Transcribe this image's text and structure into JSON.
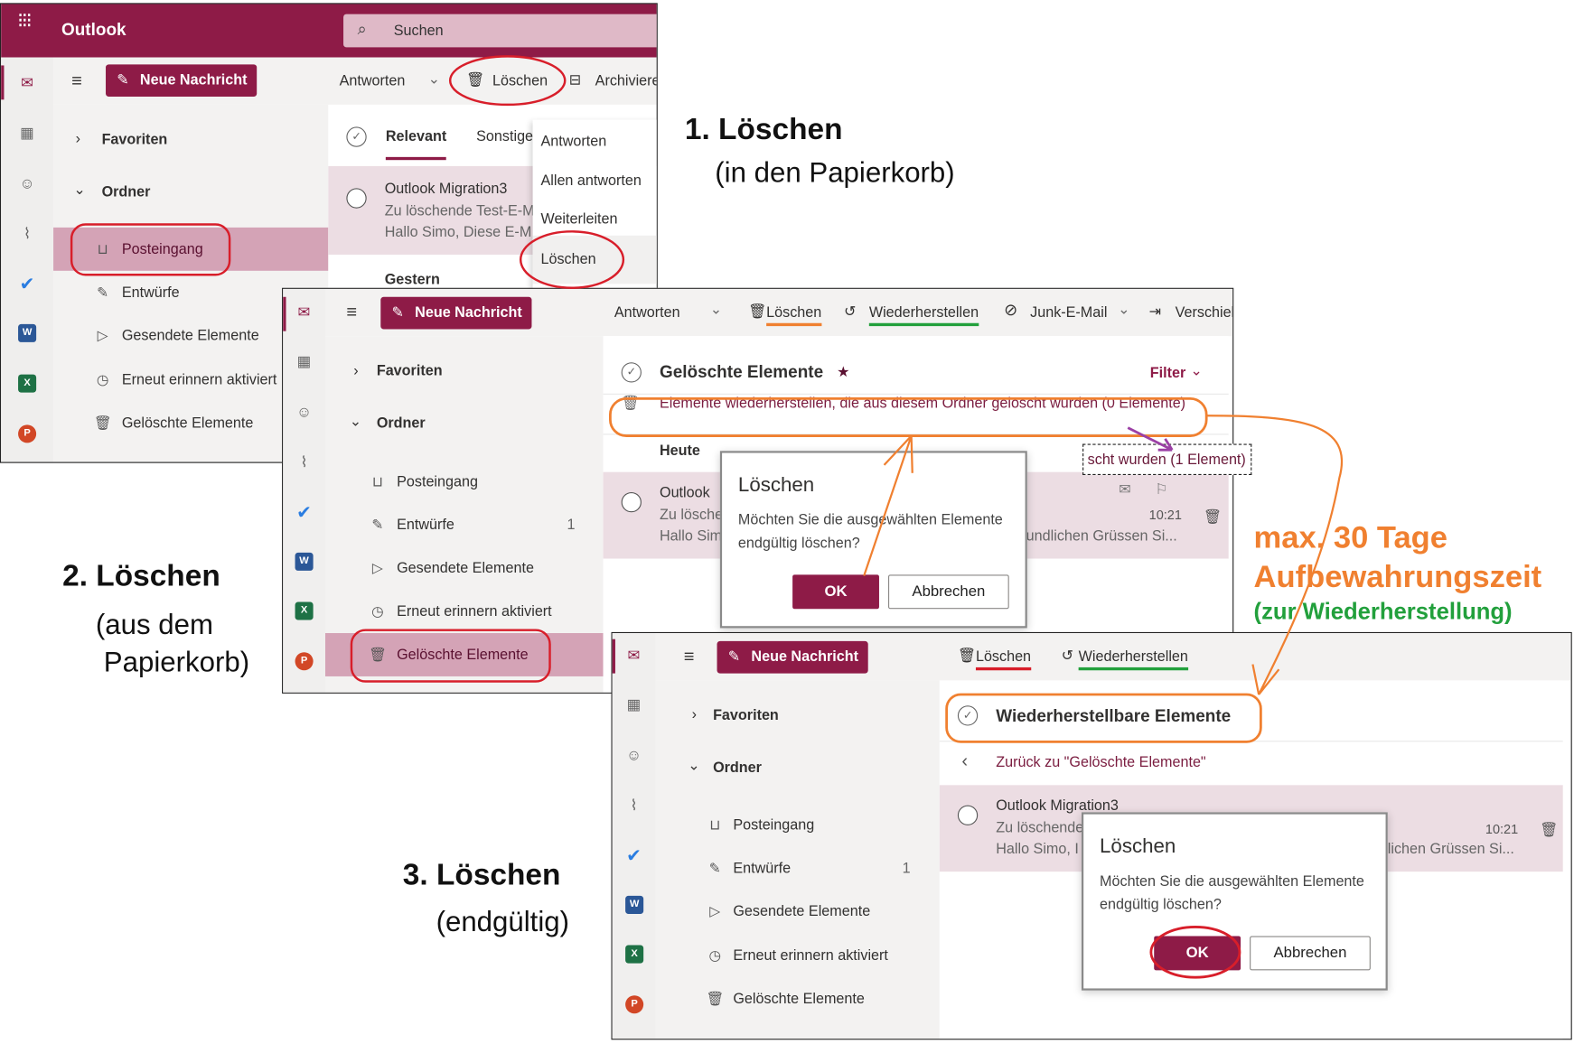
{
  "colors": {
    "brand": "#8e1b47",
    "highlight": "#d4a3b6",
    "selected_row": "#ecdde3",
    "annotation_orange": "#f08030",
    "annotation_green": "#22a03c",
    "annotation_red": "#d81e2a",
    "annotation_purple": "#9b3fa5"
  },
  "annotations": {
    "step1_title": "1. Löschen",
    "step1_sub": "(in den Papierkorb)",
    "step2_title": "2. Löschen",
    "step2_sub1": "(aus dem",
    "step2_sub2": "Papierkorb)",
    "step3_title": "3. Löschen",
    "step3_sub": "(endgültig)",
    "retention1": "max. 30 Tage",
    "retention2": "Aufbewahrungszeit",
    "retention3": "(zur Wiederherstellung)",
    "callout": "scht wurden (1 Element)"
  },
  "panel1": {
    "app_title": "Outlook",
    "search_placeholder": "Suchen",
    "new_message": "Neue Nachricht",
    "toolbar": {
      "reply": "Antworten",
      "delete": "Löschen",
      "archive": "Archiviere"
    },
    "nav": {
      "favorites": "Favoriten",
      "folders": "Ordner",
      "items": [
        "Posteingang",
        "Entwürfe",
        "Gesendete Elemente",
        "Erneut erinnern aktiviert",
        "Gelöschte Elemente"
      ]
    },
    "tabs": [
      "Relevant",
      "Sonstige"
    ],
    "email": {
      "sender": "Outlook Migration3",
      "subject": "Zu löschende Test-E-M",
      "preview": "Hallo Simo, Diese E-M"
    },
    "group": "Gestern",
    "context_menu": [
      "Antworten",
      "Allen antworten",
      "Weiterleiten",
      "Löschen"
    ]
  },
  "panel2": {
    "new_message": "Neue Nachricht",
    "toolbar": {
      "reply": "Antworten",
      "delete": "Löschen",
      "restore": "Wiederherstellen",
      "junk": "Junk-E-Mail",
      "move": "Verschiel"
    },
    "nav": {
      "favorites": "Favoriten",
      "folders": "Ordner",
      "items": [
        "Posteingang",
        "Entwürfe",
        "Gesendete Elemente",
        "Erneut erinnern aktiviert",
        "Gelöschte Elemente"
      ],
      "drafts_count": "1"
    },
    "folder_title": "Gelöschte Elemente",
    "filter": "Filter",
    "restore_banner": "Elemente wiederherstellen, die aus diesem Ordner gelöscht wurden (0 Elemente)",
    "group": "Heute",
    "email": {
      "sender": "Outlook",
      "subject": "Zu lösche",
      "preview": "Hallo Sim",
      "preview_end": "undlichen Grüssen Si...",
      "time": "10:21"
    },
    "dialog": {
      "title": "Löschen",
      "message": "Möchten Sie die ausgewählten Elemente endgültig löschen?",
      "ok": "OK",
      "cancel": "Abbrechen"
    }
  },
  "panel3": {
    "new_message": "Neue Nachricht",
    "toolbar": {
      "delete": "Löschen",
      "restore": "Wiederherstellen"
    },
    "nav": {
      "favorites": "Favoriten",
      "folders": "Ordner",
      "items": [
        "Posteingang",
        "Entwürfe",
        "Gesendete Elemente",
        "Erneut erinnern aktiviert",
        "Gelöschte Elemente"
      ],
      "drafts_count": "1"
    },
    "title": "Wiederherstellbare Elemente",
    "back": "Zurück zu \"Gelöschte Elemente\"",
    "email": {
      "sender": "Outlook Migration3",
      "subject": "Zu löschende",
      "preview": "Hallo Simo, I",
      "preview_end": "lichen Grüssen Si...",
      "time": "10:21"
    },
    "dialog": {
      "title": "Löschen",
      "message": "Möchten Sie die ausgewählten Elemente endgültig löschen?",
      "ok": "OK",
      "cancel": "Abbrechen"
    }
  }
}
